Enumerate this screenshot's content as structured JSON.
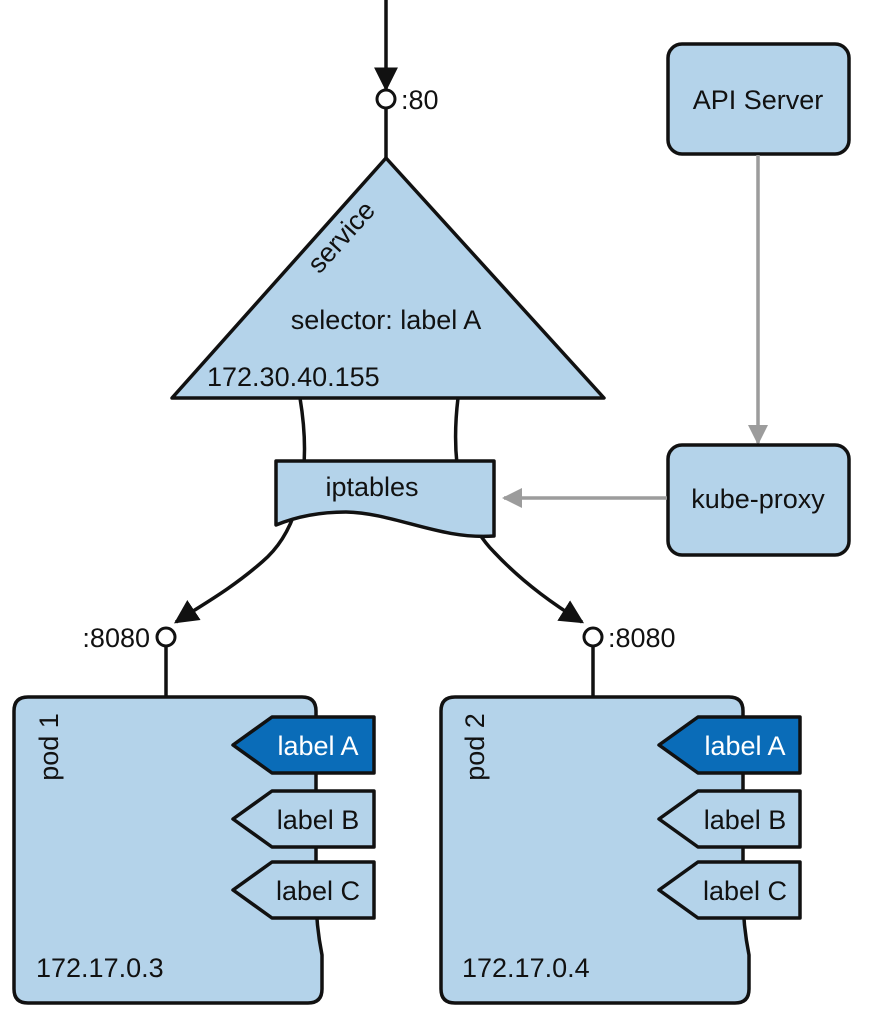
{
  "colors": {
    "box_fill": "#b4d3ea",
    "tag_active_fill": "#0a6cb8",
    "tag_active_text": "#ffffff",
    "outline": "#111111",
    "grey_arrow": "#9c9c9c"
  },
  "service": {
    "name": "service",
    "selector": "selector: label A",
    "ip": "172.30.40.155",
    "port": ":80"
  },
  "api_server": {
    "label": "API Server"
  },
  "kube_proxy": {
    "label": "kube-proxy"
  },
  "iptables": {
    "label": "iptables"
  },
  "pods": [
    {
      "name": "pod 1",
      "ip": "172.17.0.3",
      "port": ":8080",
      "labels": [
        {
          "text": "label A",
          "active": true
        },
        {
          "text": "label B",
          "active": false
        },
        {
          "text": "label C",
          "active": false
        }
      ]
    },
    {
      "name": "pod 2",
      "ip": "172.17.0.4",
      "port": ":8080",
      "labels": [
        {
          "text": "label A",
          "active": true
        },
        {
          "text": "label B",
          "active": false
        },
        {
          "text": "label C",
          "active": false
        }
      ]
    }
  ]
}
